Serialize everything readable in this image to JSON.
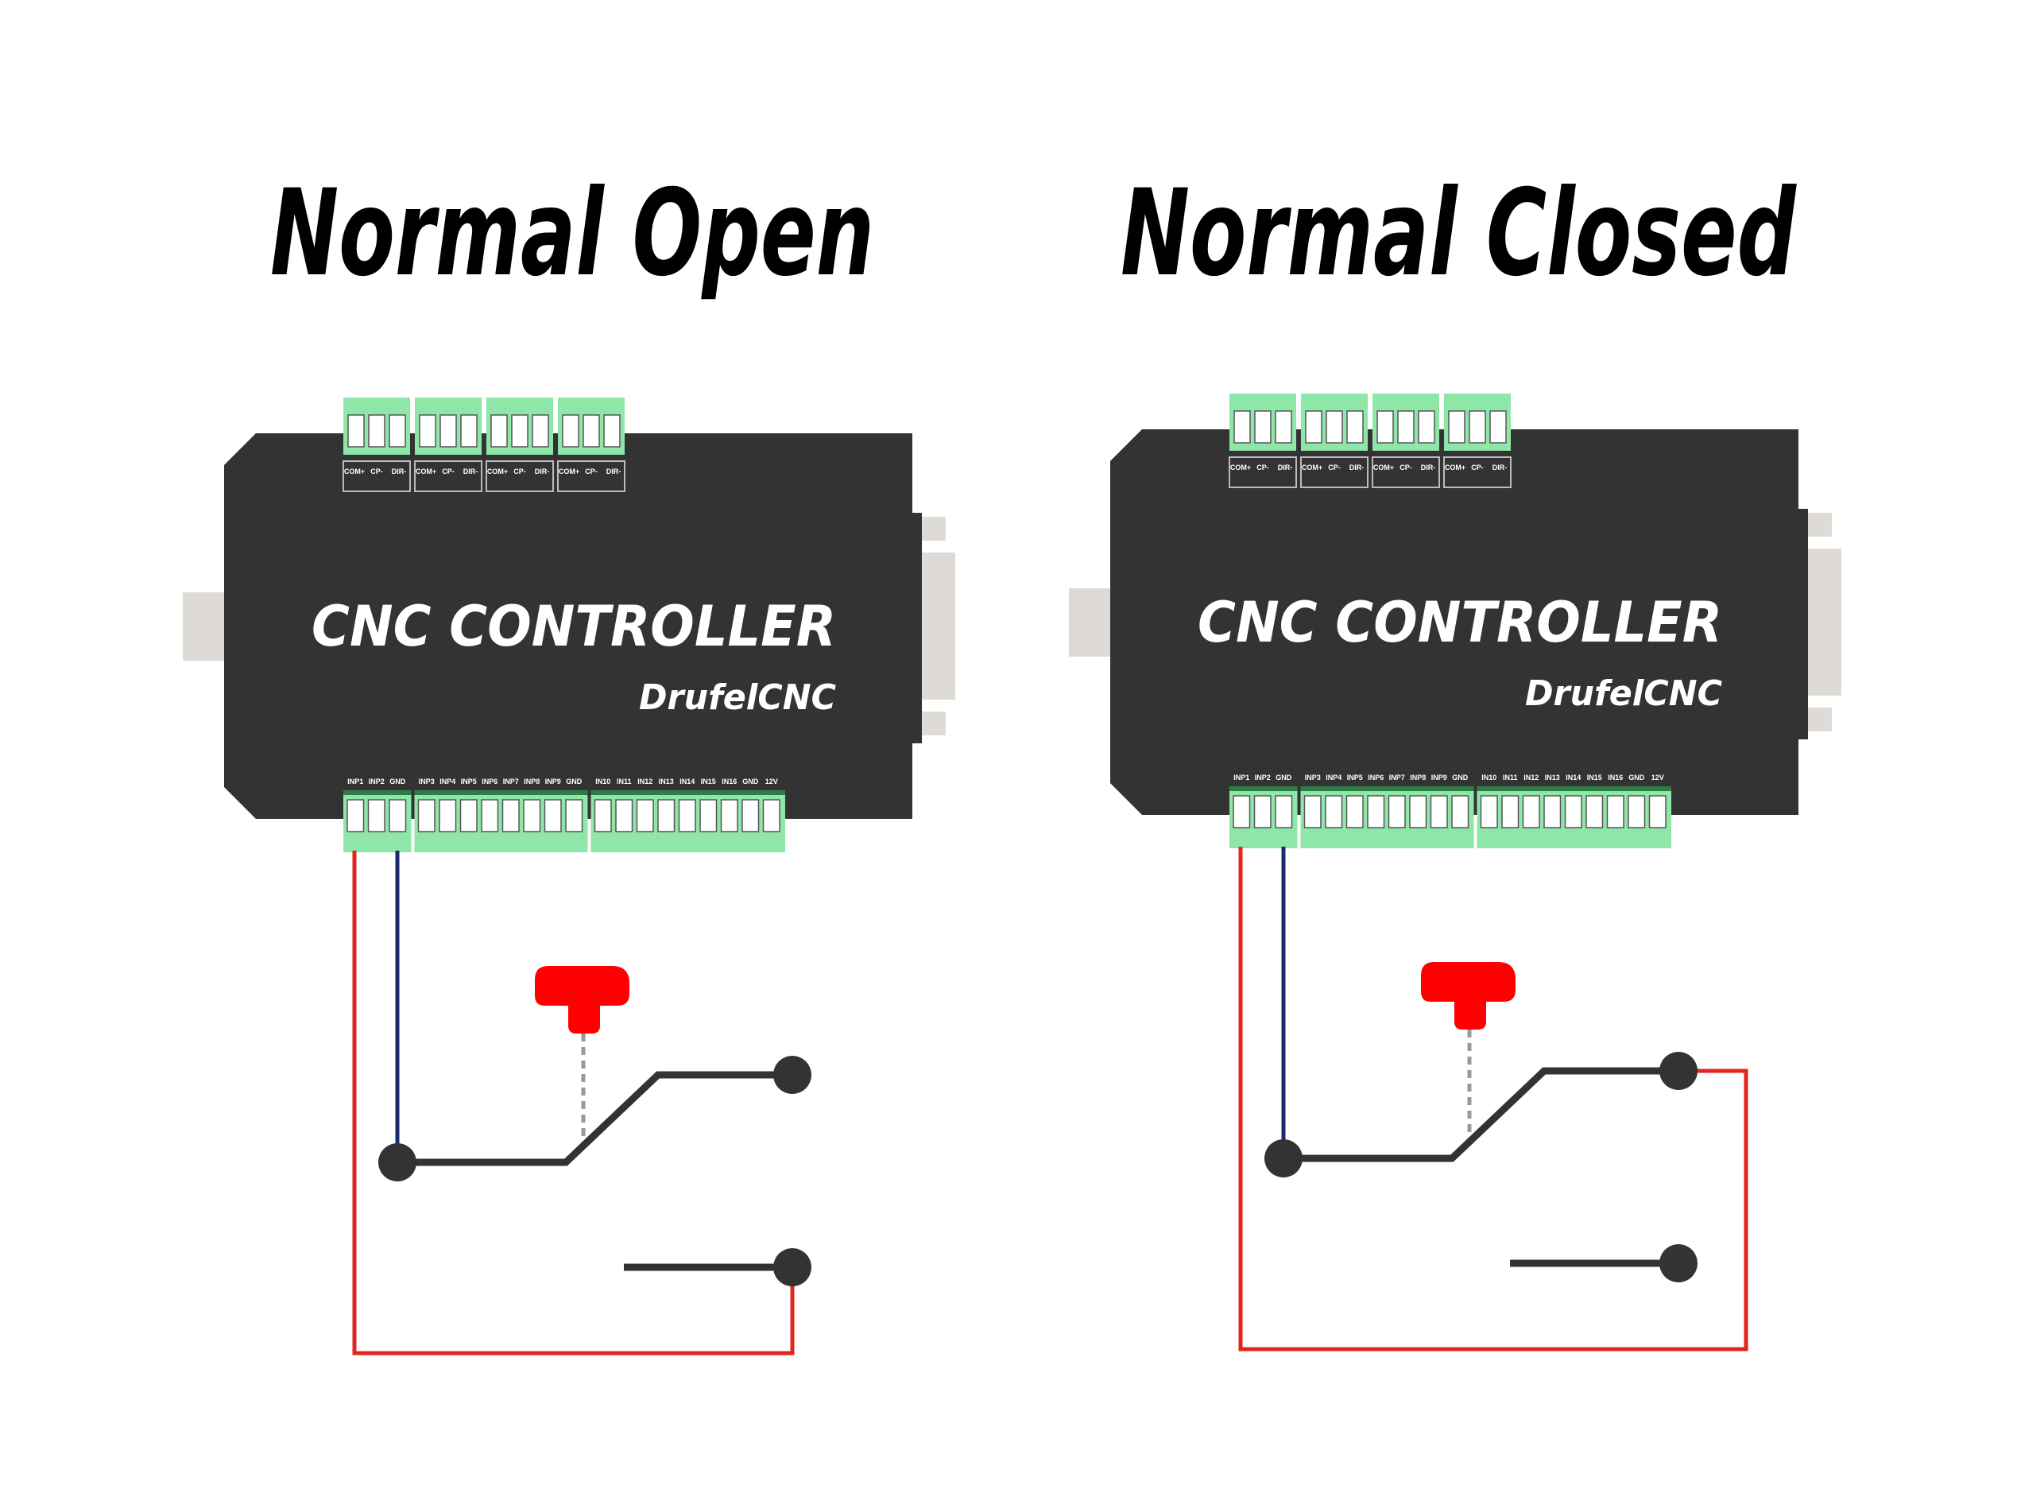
{
  "colors": {
    "body": "#333333",
    "terminal": "#8ee6a8",
    "wire_red": "#e0261e",
    "wire_blue": "#1a2a6c",
    "button_red": "#ff0000",
    "node": "#333333",
    "connector": "#dedbd6"
  },
  "panels": [
    {
      "title": "Normal Open",
      "controller": {
        "title": "CNC CONTROLLER",
        "brand": "DrufelCNC",
        "top_labels": [
          "COM+",
          "CP-",
          "DIR-"
        ],
        "bottom_labels": [
          "INP1",
          "INP2",
          "GND",
          "INP3",
          "INP4",
          "INP5",
          "INP6",
          "INP7",
          "INP8",
          "INP9",
          "GND",
          "IN10",
          "IN11",
          "IN12",
          "IN13",
          "IN14",
          "IN15",
          "IN16",
          "GND",
          "12V"
        ]
      },
      "switch": {
        "type": "normally-open",
        "red_wire_to": "lower-contact"
      }
    },
    {
      "title": "Normal Closed",
      "controller": {
        "title": "CNC CONTROLLER",
        "brand": "DrufelCNC",
        "top_labels": [
          "COM+",
          "CP-",
          "DIR-"
        ],
        "bottom_labels": [
          "INP1",
          "INP2",
          "GND",
          "INP3",
          "INP4",
          "INP5",
          "INP6",
          "INP7",
          "INP8",
          "INP9",
          "GND",
          "IN10",
          "IN11",
          "IN12",
          "IN13",
          "IN14",
          "IN15",
          "IN16",
          "GND",
          "12V"
        ]
      },
      "switch": {
        "type": "normally-closed",
        "red_wire_to": "upper-contact"
      }
    }
  ]
}
